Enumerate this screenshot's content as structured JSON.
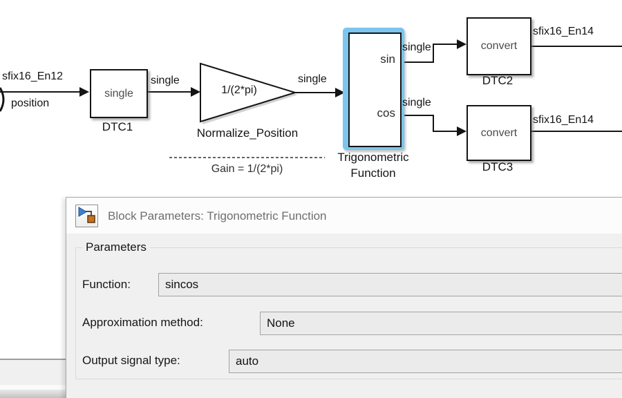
{
  "diagram": {
    "input": {
      "dtype": "sfix16_En12",
      "name": "position"
    },
    "wires": {
      "after_dtc1": "single",
      "after_gain": "single",
      "sin_out": "single",
      "cos_out": "single"
    },
    "blocks": {
      "dtc1": {
        "content": "single",
        "name": "DTC1"
      },
      "gain": {
        "content": "1/(2*pi)",
        "name": "Normalize_Position"
      },
      "trig": {
        "port_sin": "sin",
        "port_cos": "cos",
        "name_line1": "Trigonometric",
        "name_line2": "Function"
      },
      "dtc2": {
        "content": "convert",
        "name": "DTC2",
        "out_dtype": "sfix16_En14"
      },
      "dtc3": {
        "content": "convert",
        "name": "DTC3",
        "out_dtype": "sfix16_En14"
      }
    },
    "annotation": "Gain = 1/(2*pi)"
  },
  "dialog": {
    "title": "Block Parameters: Trigonometric Function",
    "icon": "simulink-block-parameters-icon",
    "group_title": "Parameters",
    "fields": [
      {
        "label": "Function:",
        "value": "sincos"
      },
      {
        "label": "Approximation method:",
        "value": "None"
      },
      {
        "label": "Output signal type:",
        "value": "auto"
      }
    ]
  },
  "colors": {
    "selection_highlight": "#7cc5ef",
    "dialog_bg": "#f0f0f0",
    "titlebar_bg": "#fcfcfc",
    "title_text": "#6e6e6e",
    "field_bg": "#ebebeb",
    "field_border": "#a3a3a3",
    "wire": "#141414"
  }
}
